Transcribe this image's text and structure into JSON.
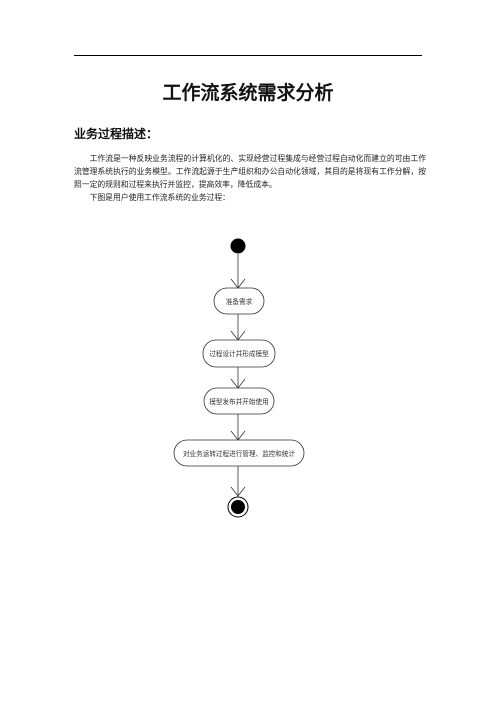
{
  "document": {
    "title": "工作流系统需求分析",
    "section_heading": "业务过程描述：",
    "paragraphs": [
      "工作流是一种反映业务流程的计算机化的、实现经营过程集成与经营过程自动化而建立的可由工作流管理系统执行的业务模型。工作流起源于生产组织和办公自动化领域，其目的是将现有工作分解，按照一定的规则和过程来执行并监控，提高效率，降低成本。",
      "下图是用户使用工作流系统的业务过程："
    ]
  },
  "diagram": {
    "activities": [
      "准备需求",
      "过程设计并形成模型",
      "模型发布并开始使用",
      "对业务运转过程进行管理、监控和统计"
    ]
  }
}
